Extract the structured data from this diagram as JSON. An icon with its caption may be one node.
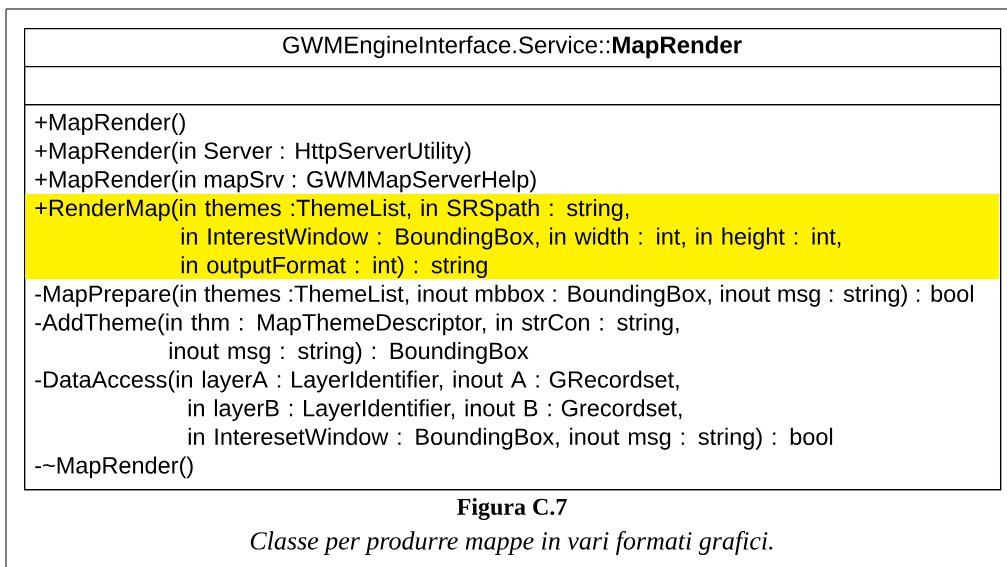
{
  "diagram": {
    "caption": "Classe per produrre mappe in vari formati grafici.",
    "nodes": [
      {
        "text": [
          "GWMEngineInterface.Service::**MapRender**"
        ]
      },
      {
        "text": [],
        "shape": "box",
        "in": 0
      },
      {
        "text": [
          "+MapRender()",
          "+MapRender(in Server : HttpServerUtility)",
          "+MapRender(in mapSrv : GWMMapServerHelp)",
          "-MapPrepare(in themes :ThemeList, inout mbbox : BoundingBox, inout msg : string) : bool",
          "-AddTheme(in thm : MapThemeDescriptor, in strCon : string, inout msg : string) : BoundingBox",
          "-DataAccess(in layerA : LayerIdentifier, inout A : GRecordset, in layerB : LayerIdentifier, inout B : Grecordset, in InteresetWindow : BoundingBox, inout msg : string) : bool",
          "-~MapRender()"
        ],
        "in": 0
      },
      {
        "text": [
          "+RenderMap(in themes :ThemeList, in SRSpath : string, in InterestWindow : BoundingBox, in width : int, in height : int, in outputFormat : int) : string"
        ],
        "in": 2
      }
    ],
    "labels": [
      "Figura C.7"
    ]
  }
}
